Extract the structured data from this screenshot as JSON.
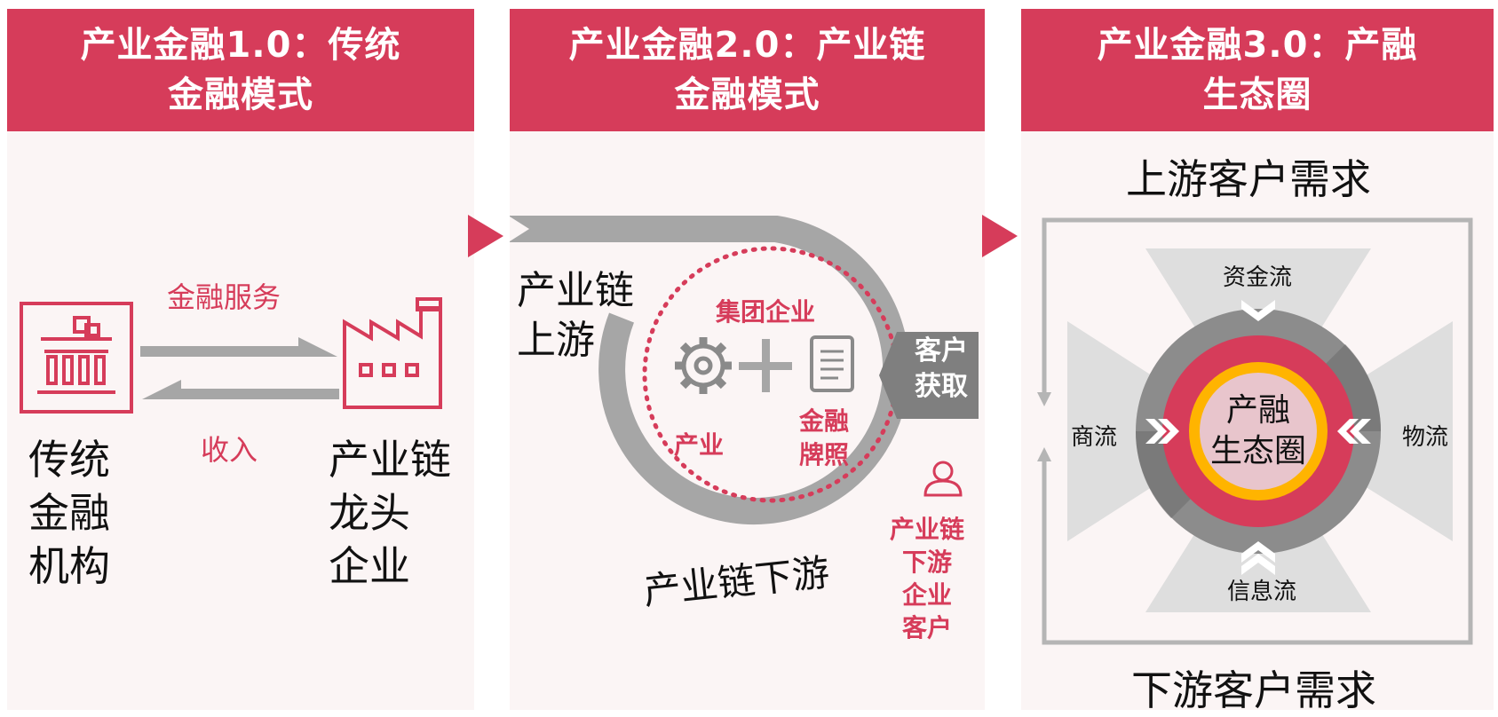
{
  "panels": [
    {
      "title_line1": "产业金融1.0：传统",
      "title_line2": "金融模式"
    },
    {
      "title_line1": "产业金融2.0：产业链",
      "title_line2": "金融模式"
    },
    {
      "title_line1": "产业金融3.0：产融",
      "title_line2": "生态圈"
    }
  ],
  "p1": {
    "service": "金融服务",
    "income": "收入",
    "left_entity": [
      "传统",
      "金融",
      "机构"
    ],
    "right_entity": [
      "产业链",
      "龙头",
      "企业"
    ]
  },
  "p2": {
    "upstream": [
      "产业链",
      "上游"
    ],
    "downstream": "产业链下游",
    "group": "集团企业",
    "industry": "产业",
    "license": [
      "金融",
      "牌照"
    ],
    "acquire": [
      "客户",
      "获取"
    ],
    "customers": [
      "产业链",
      "下游",
      "企业",
      "客户"
    ]
  },
  "p3": {
    "upstream_demand": "上游客户需求",
    "downstream_demand": "下游客户需求",
    "capital_flow": "资金流",
    "commerce_flow": "商流",
    "logistics_flow": "物流",
    "info_flow": "信息流",
    "center": [
      "产融",
      "生态圈"
    ]
  },
  "colors": {
    "accent": "#d63c5a",
    "gray": "#a6a6a6",
    "panel_bg": "#fbf5f5",
    "orange": "#ffb400"
  }
}
